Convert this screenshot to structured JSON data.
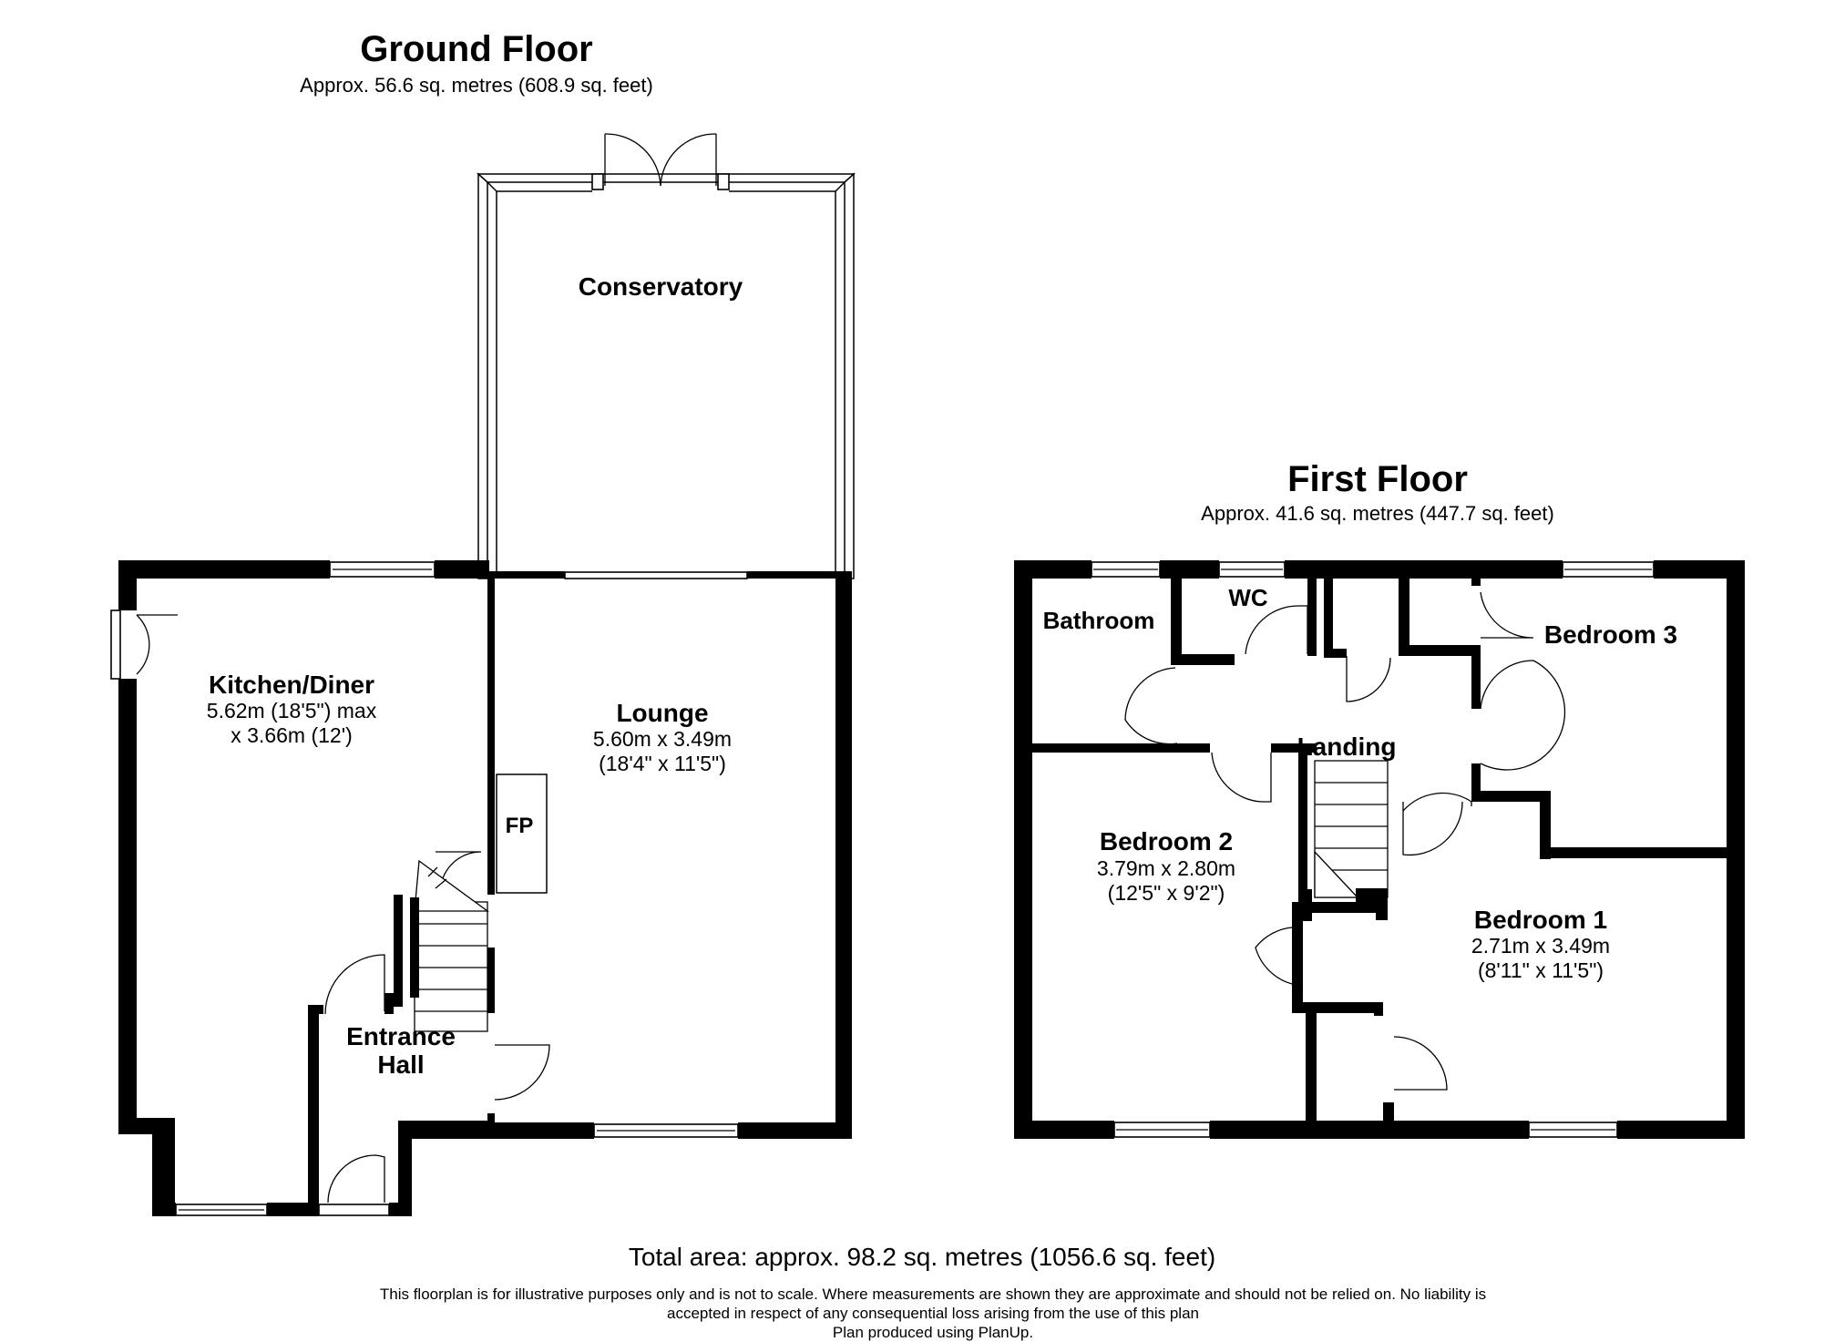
{
  "ground_floor": {
    "title": "Ground Floor",
    "area": "Approx. 56.6 sq. metres (608.9 sq. feet)",
    "rooms": {
      "conservatory": {
        "name": "Conservatory"
      },
      "kitchen": {
        "name": "Kitchen/Diner",
        "dim1": "5.62m (18'5\") max",
        "dim2": "x 3.66m (12')"
      },
      "lounge": {
        "name": "Lounge",
        "dim1": "5.60m x 3.49m",
        "dim2": "(18'4\" x 11'5\")"
      },
      "fireplace": {
        "name": "FP"
      },
      "entrance": {
        "name1": "Entrance",
        "name2": "Hall"
      }
    }
  },
  "first_floor": {
    "title": "First Floor",
    "area": "Approx. 41.6 sq. metres (447.7 sq. feet)",
    "rooms": {
      "bathroom": {
        "name": "Bathroom"
      },
      "wc": {
        "name": "WC"
      },
      "bedroom3": {
        "name": "Bedroom 3"
      },
      "landing": {
        "name": "Landing"
      },
      "bedroom2": {
        "name": "Bedroom 2",
        "dim1": "3.79m x 2.80m",
        "dim2": "(12'5\" x 9'2\")"
      },
      "bedroom1": {
        "name": "Bedroom 1",
        "dim1": "2.71m x 3.49m",
        "dim2": "(8'11\" x 11'5\")"
      }
    }
  },
  "footer": {
    "total": "Total area: approx. 98.2 sq. metres (1056.6 sq. feet)",
    "disclaimer_line1": "This floorplan is for illustrative purposes only and is not to scale. Where measurements are shown they are approximate and should not be relied on. No liability is",
    "disclaimer_line2": "accepted in respect of any consequential loss arising from the use of this plan",
    "produced_by": "Plan produced using PlanUp."
  }
}
